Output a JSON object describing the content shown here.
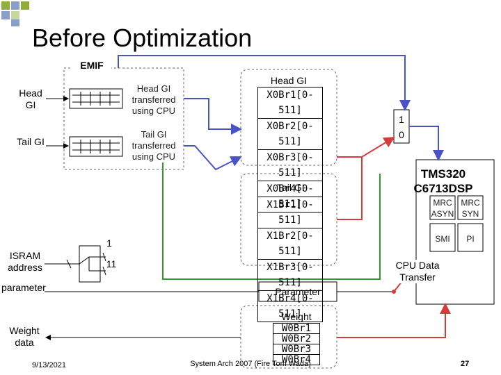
{
  "title": "Before Optimization",
  "emif_label": "EMIF",
  "left_labels": {
    "head_gi": "Head GI",
    "tail_gi": "Tail GI",
    "isram_address": "ISRAM address",
    "parameter": "parameter",
    "weight_data": "Weight data"
  },
  "emif_blocks": {
    "head_note": "Head GI transferred using CPU",
    "tail_note": "Tail GI transferred using CPU"
  },
  "mux": {
    "in1": "1",
    "in2": "11"
  },
  "head_gi_mem": {
    "title": "Head GI",
    "rows": [
      "X0Br1[0-511]",
      "X0Br2[0-511]",
      "X0Br3[0-511]",
      "X0Br4[0-511]"
    ]
  },
  "tail_gi_mem": {
    "title": "Tail GI",
    "rows": [
      "X1Br1[0-511]",
      "X1Br2[0-511]",
      "X1Br3[0-511]",
      "X1Br4[0-511]"
    ]
  },
  "parameter_box": "Parameter",
  "weight_mem": {
    "title": "Weight",
    "rows": [
      "W0Br1",
      "W0Br2",
      "W0Br3",
      "W0Br4"
    ]
  },
  "selector": {
    "top": "1",
    "bottom": "0"
  },
  "dsp": {
    "name": "TMS320 C6713DSP",
    "mrc_asyn": "MRC ASYN",
    "mrc_syn": "MRC SYN",
    "smi": "SMI",
    "pi": "PI",
    "cpu_transfer": "CPU Data Transfer"
  },
  "footer": {
    "date": "9/13/2021",
    "center": "System Arch 2007 (Fire Tom Wada)",
    "page": "27"
  },
  "colors": {
    "blue_wire": "#4a52c8",
    "red_wire": "#d63a3a",
    "green_wire": "#2e9a2e",
    "corner_green": "#8fae3a",
    "corner_blue": "#8a9fc8"
  }
}
